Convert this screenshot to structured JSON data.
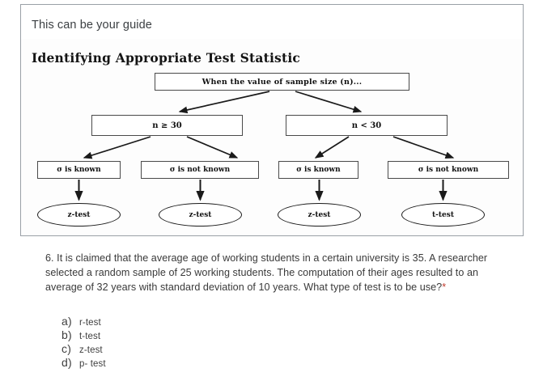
{
  "card": {
    "heading": "This can be your guide"
  },
  "diagram": {
    "title": "Identifying Appropriate Test Statistic",
    "root": {
      "label": "When the value of sample size (n)..."
    },
    "level2": [
      {
        "label": "n ≥ 30"
      },
      {
        "label": "n < 30"
      }
    ],
    "level3": [
      {
        "label": "σ is known"
      },
      {
        "label": "σ is not known"
      },
      {
        "label": "σ is known"
      },
      {
        "label": "σ is not known"
      }
    ],
    "terminals": [
      {
        "label": "z-test"
      },
      {
        "label": "z-test"
      },
      {
        "label": "z-test"
      },
      {
        "label": "t-test"
      }
    ]
  },
  "question": {
    "number": "6.",
    "text": "6. It is claimed that the average age of working students in a certain university is 35. A researcher selected a random sample of 25 working students. The computation of their ages resulted to an average of 32 years with standard deviation of 10 years. What type of test is to be use?",
    "required_marker": "*"
  },
  "options": [
    {
      "letter": "a)",
      "label": "r-test"
    },
    {
      "letter": "b)",
      "label": "t-test"
    },
    {
      "letter": "c)",
      "label": "z-test"
    },
    {
      "letter": "d)",
      "label": "p- test"
    }
  ],
  "colors": {
    "card_border": "#9aa0a6",
    "node_border": "#4a4a4a",
    "required_red": "#c0392b",
    "text": "#3a3a3a"
  }
}
